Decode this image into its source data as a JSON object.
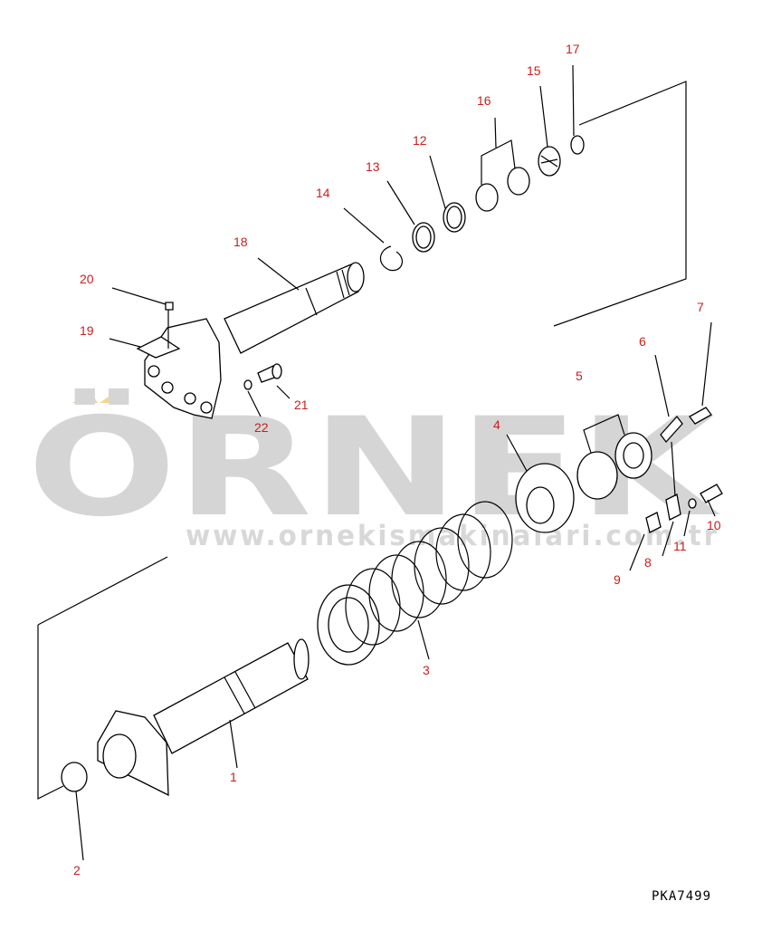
{
  "watermark": {
    "brand": "ÖRNEK",
    "url": "www.ornekismakinalari.com.tr",
    "accent_color": "#f2d98a"
  },
  "drawing_code": "PKA7499",
  "callouts": [
    {
      "id": "c1",
      "label": "1"
    },
    {
      "id": "c2",
      "label": "2"
    },
    {
      "id": "c3",
      "label": "3"
    },
    {
      "id": "c4",
      "label": "4"
    },
    {
      "id": "c5",
      "label": "5"
    },
    {
      "id": "c6",
      "label": "6"
    },
    {
      "id": "c7",
      "label": "7"
    },
    {
      "id": "c8",
      "label": "8"
    },
    {
      "id": "c9",
      "label": "9"
    },
    {
      "id": "c10",
      "label": "10"
    },
    {
      "id": "c11",
      "label": "11"
    },
    {
      "id": "c12",
      "label": "12"
    },
    {
      "id": "c13",
      "label": "13"
    },
    {
      "id": "c14",
      "label": "14"
    },
    {
      "id": "c15",
      "label": "15"
    },
    {
      "id": "c16",
      "label": "16"
    },
    {
      "id": "c17",
      "label": "17"
    },
    {
      "id": "c18",
      "label": "18"
    },
    {
      "id": "c19",
      "label": "19"
    },
    {
      "id": "c20",
      "label": "20"
    },
    {
      "id": "c21",
      "label": "21"
    },
    {
      "id": "c22",
      "label": "22"
    }
  ],
  "colors": {
    "callout": "#c8201e",
    "line": "#000000",
    "watermark": "#d5d5d5"
  }
}
